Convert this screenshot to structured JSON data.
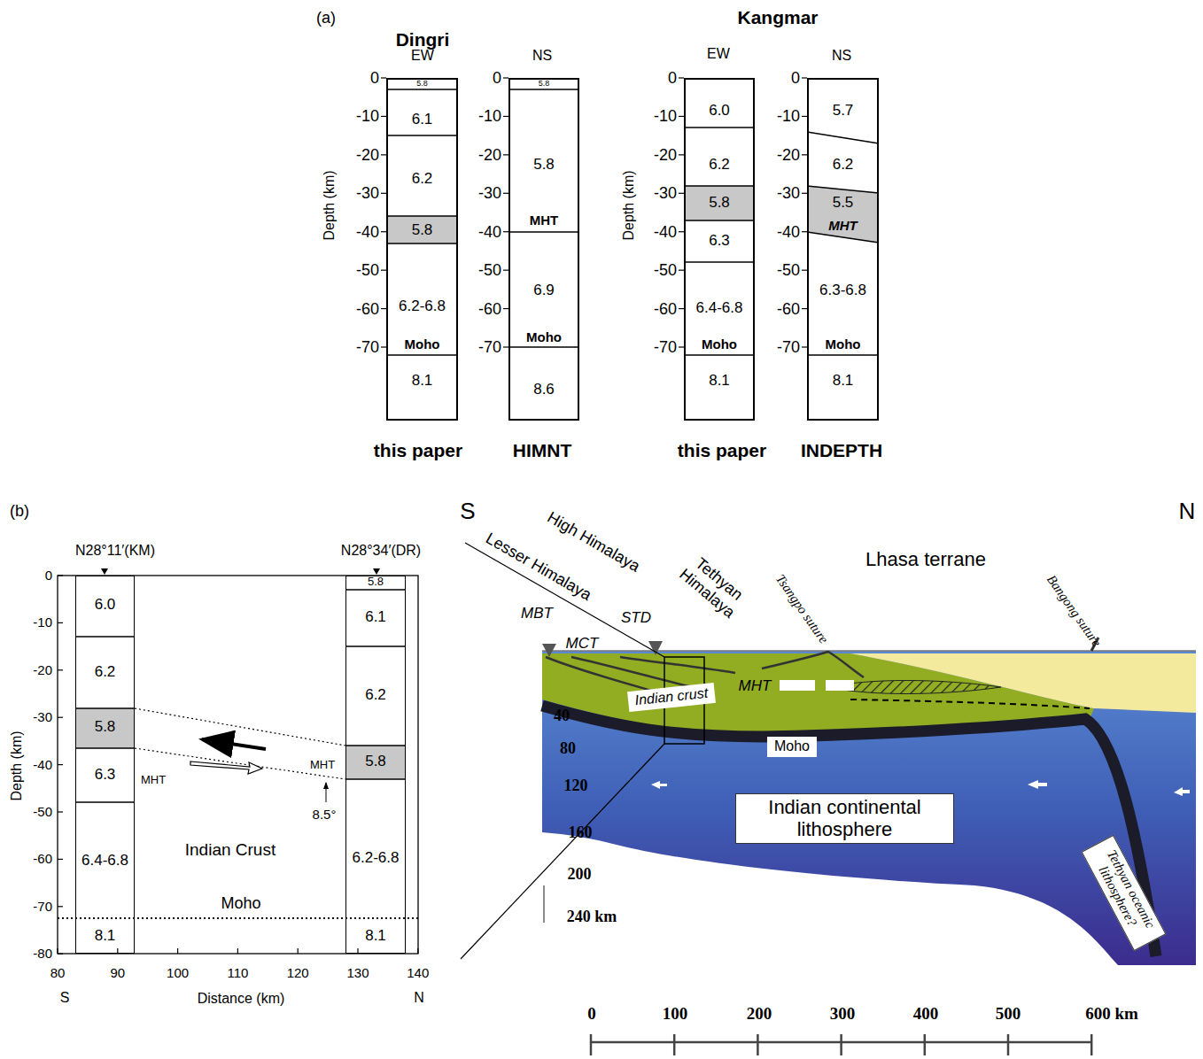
{
  "diagram": {
    "nodes": [
      {
        "text": [
          "5.8",
          "6.1",
          "6.2",
          "5.8",
          "6.2-6.8",
          "Moho",
          "8.1"
        ]
      },
      {
        "text": [
          "5.8",
          "5.8",
          "MHT",
          "6.9",
          "Moho",
          "8.6"
        ]
      },
      {
        "text": [
          "6.0",
          "6.2",
          "5.8",
          "6.3",
          "6.4-6.8",
          "Moho",
          "8.1"
        ]
      },
      {
        "text": [
          "5.7",
          "6.2",
          "5.5",
          "MHT",
          "6.3-6.8",
          "Moho",
          "8.1"
        ]
      },
      {
        "text": [
          "6.0",
          "6.2",
          "5.8",
          "6.3",
          "6.4-6.8",
          "8.1"
        ]
      },
      {
        "text": [
          "5.8",
          "6.1",
          "6.2",
          "5.8",
          "6.2-6.8",
          "8.1"
        ]
      },
      {
        "text": [
          "Indian crust"
        ]
      },
      {
        "text": [
          "Moho"
        ]
      },
      {
        "text": [
          "Indian continental lithosphere"
        ]
      },
      {
        "text": [
          "Tethyan oceanic lithosphere?"
        ]
      }
    ],
    "labels": [
      "(a)",
      "Dingri",
      "Kangmar",
      "EW",
      "NS",
      "EW",
      "NS",
      "0",
      "-10",
      "-20",
      "-30",
      "-40",
      "-50",
      "-60",
      "-70",
      "0",
      "-10",
      "-20",
      "-30",
      "-40",
      "-50",
      "-60",
      "-70",
      "0",
      "-10",
      "-20",
      "-30",
      "-40",
      "-50",
      "-60",
      "-70",
      "0",
      "-10",
      "-20",
      "-30",
      "-40",
      "-50",
      "-60",
      "-70",
      "Depth (km)",
      "Depth (km)",
      "this paper",
      "HIMNT",
      "this paper",
      "INDEPTH",
      "(b)",
      "N28°11′(KM)",
      "N28°34′(DR)",
      "0",
      "-10",
      "-20",
      "-30",
      "-40",
      "-50",
      "-60",
      "-70",
      "-80",
      "80",
      "90",
      "100",
      "110",
      "120",
      "130",
      "140",
      "S",
      "Distance (km)",
      "N",
      "Depth (km)",
      "MHT",
      "MHT",
      "8.5°",
      "Indian Crust",
      "Moho",
      "S",
      "N",
      "Lhasa terrane",
      "High Himalaya",
      "Lesser Himalaya",
      "Tethyan Himalaya",
      "MBT",
      "MCT",
      "STD",
      "Tsangpo suture",
      "Bangong suture",
      "MHT",
      "40",
      "80",
      "120",
      "160",
      "200",
      "240 km",
      "0",
      "100",
      "200",
      "300",
      "400",
      "500",
      "600 km"
    ]
  }
}
